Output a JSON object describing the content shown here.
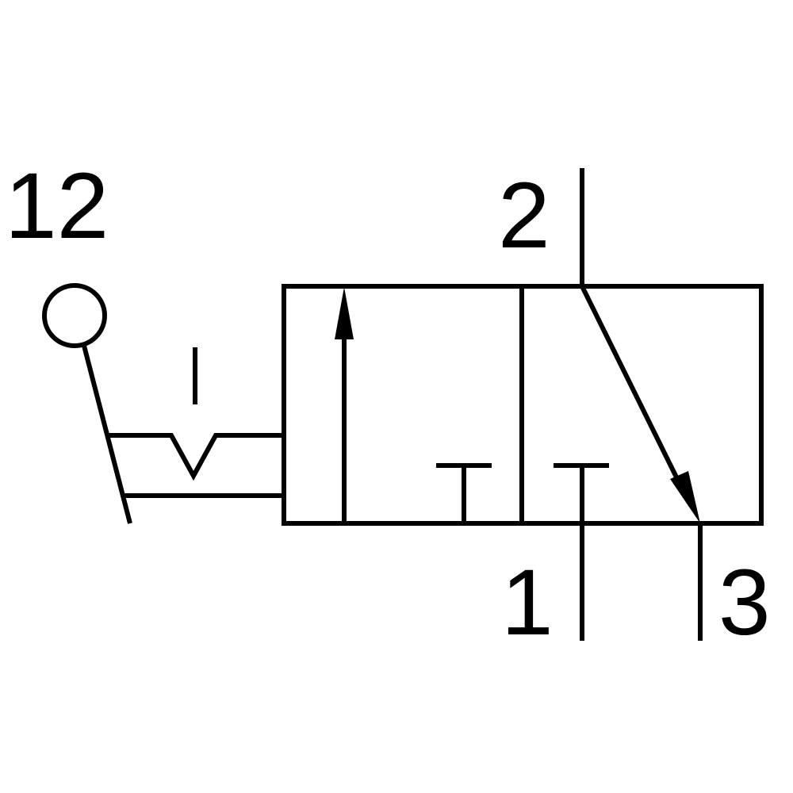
{
  "labels": {
    "pilot_port": "12",
    "outlet_port": "2",
    "supply_port": "1",
    "exhaust_port": "3"
  },
  "colors": {
    "stroke": "#000000",
    "background": "#ffffff"
  }
}
